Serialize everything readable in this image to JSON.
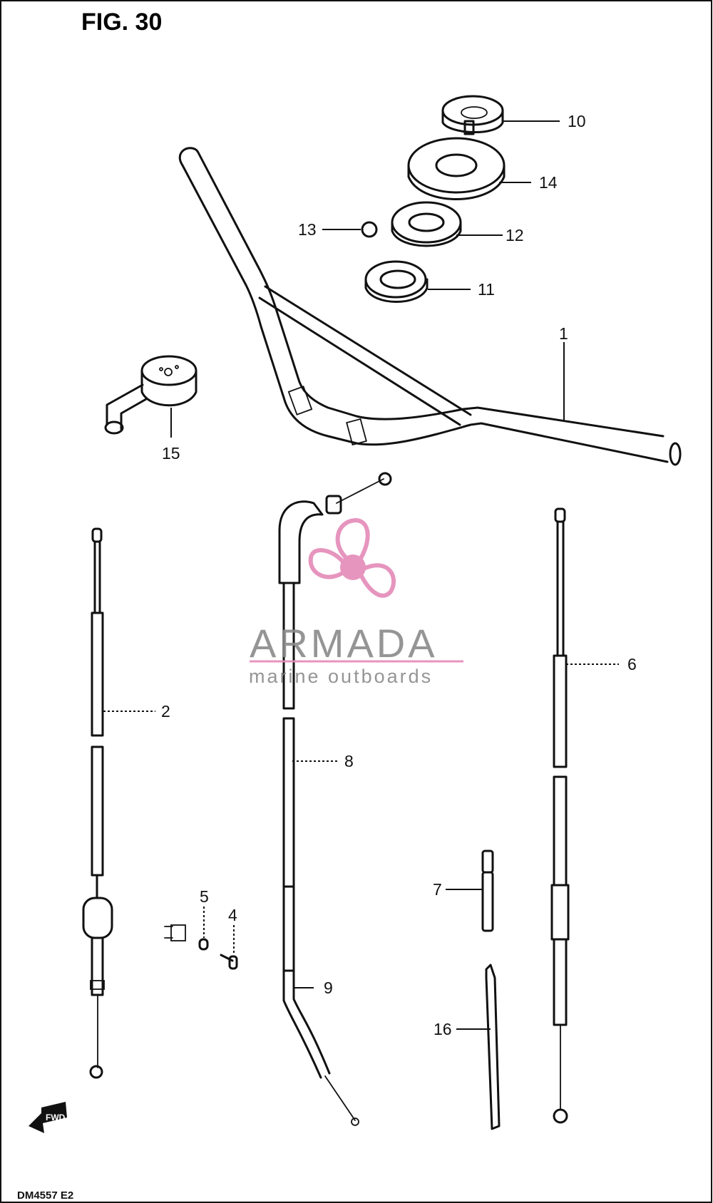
{
  "figure_title": "FIG. 30",
  "page_code": "DM4557 E2",
  "fwd_label": "FWD",
  "callouts": {
    "p1": "1",
    "p2": "2",
    "p4": "4",
    "p5": "5",
    "p6": "6",
    "p7": "7",
    "p8": "8",
    "p9": "9",
    "p10": "10",
    "p11": "11",
    "p12": "12",
    "p13": "13",
    "p14": "14",
    "p15": "15",
    "p16": "16"
  },
  "watermark": {
    "name": "ARMADA",
    "tagline": "marine outboards",
    "primary_color": "#8a8a8a",
    "accent_color": "#e48ab8",
    "logo_icon": "propeller-icon"
  }
}
